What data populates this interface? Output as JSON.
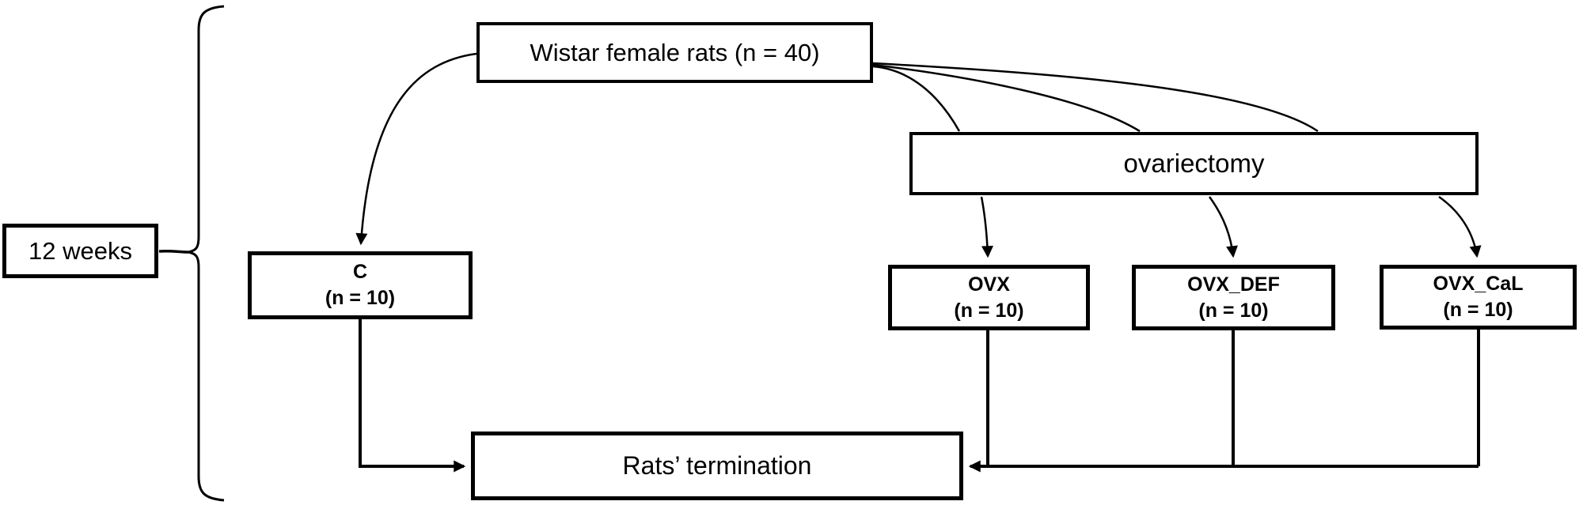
{
  "diagram": {
    "description": "Experimental design flowchart",
    "duration": {
      "label": "12 weeks"
    },
    "nodes": {
      "wistar": {
        "label": "Wistar female rats (n = 40)"
      },
      "ovariectomy": {
        "label": "ovariectomy"
      },
      "c": {
        "name": "C",
        "n": "(n = 10)"
      },
      "ovx": {
        "name": "OVX",
        "n": "(n = 10)"
      },
      "ovx_def": {
        "name": "OVX_DEF",
        "n": "(n = 10)"
      },
      "ovx_cal": {
        "name": "OVX_CaL",
        "n": "(n = 10)"
      },
      "termination": {
        "label": "Rats’ termination"
      }
    },
    "colors": {
      "stroke": "#000000",
      "box_fill": "#ffffff",
      "background": "#ffffff"
    }
  }
}
